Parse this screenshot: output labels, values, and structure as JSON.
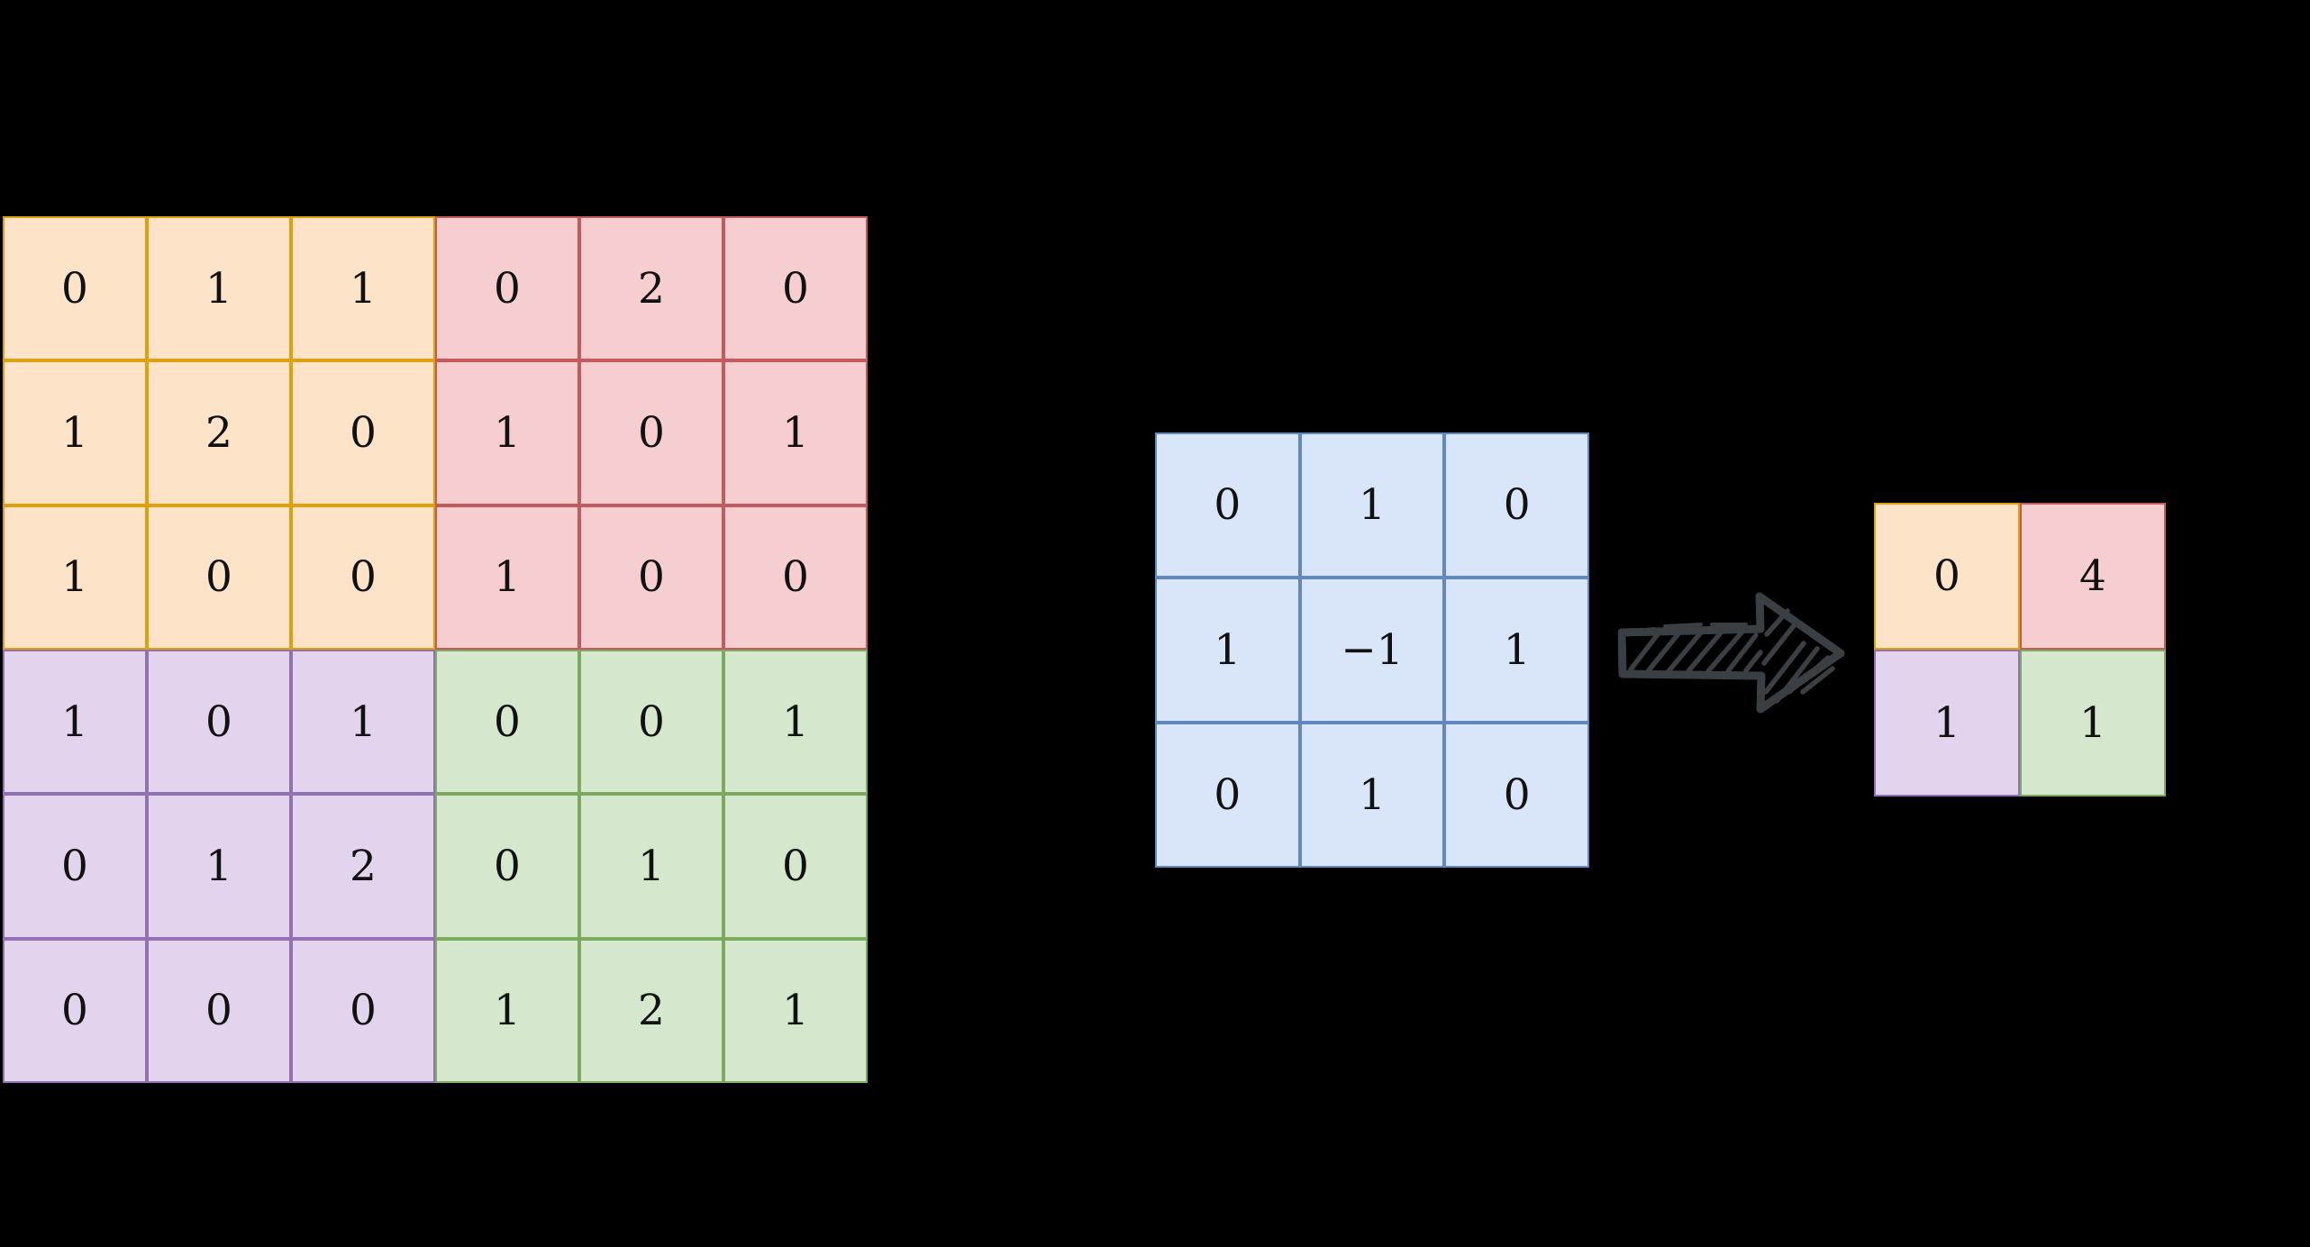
{
  "figure": {
    "type": "convolution-diagram",
    "background_color": "#000000"
  },
  "palette": {
    "orange_fill": "#fde4c8",
    "orange_border": "#dfa00c",
    "red_fill": "#f7ced0",
    "red_border": "#c25b5b",
    "purple_fill": "#e2d4ec",
    "purple_border": "#9171b4",
    "green_fill": "#d5e8ce",
    "green_border": "#7cab5f",
    "blue_fill": "#d9e6f9",
    "blue_border": "#6189c0",
    "arrow_stroke": "#3a3f44",
    "text_color": "#111111"
  },
  "input_matrix": {
    "rows": 6,
    "cols": 6,
    "values": [
      [
        0,
        1,
        1,
        0,
        2,
        0
      ],
      [
        1,
        2,
        0,
        1,
        0,
        1
      ],
      [
        1,
        0,
        0,
        1,
        0,
        0
      ],
      [
        1,
        0,
        1,
        0,
        0,
        1
      ],
      [
        0,
        1,
        2,
        0,
        1,
        0
      ],
      [
        0,
        0,
        0,
        1,
        2,
        1
      ]
    ],
    "quadrants": [
      [
        "orange",
        "orange",
        "orange",
        "red",
        "red",
        "red"
      ],
      [
        "orange",
        "orange",
        "orange",
        "red",
        "red",
        "red"
      ],
      [
        "orange",
        "orange",
        "orange",
        "red",
        "red",
        "red"
      ],
      [
        "purple",
        "purple",
        "purple",
        "green",
        "green",
        "green"
      ],
      [
        "purple",
        "purple",
        "purple",
        "green",
        "green",
        "green"
      ],
      [
        "purple",
        "purple",
        "purple",
        "green",
        "green",
        "green"
      ]
    ]
  },
  "kernel_matrix": {
    "rows": 3,
    "cols": 3,
    "values": [
      [
        0,
        1,
        0
      ],
      [
        1,
        "−1",
        1
      ],
      [
        0,
        1,
        0
      ]
    ]
  },
  "arrow": {
    "icon": "sketchy-right-arrow",
    "direction": "right",
    "style": "hand-drawn-hatched"
  },
  "result_matrix": {
    "rows": 2,
    "cols": 2,
    "values": [
      [
        0,
        4
      ],
      [
        1,
        1
      ]
    ],
    "quadrants": [
      [
        "orange",
        "red"
      ],
      [
        "purple",
        "green"
      ]
    ]
  },
  "chart_data": {
    "type": "table",
    "title": "",
    "panels": [
      {
        "name": "input",
        "label": "",
        "rows": 6,
        "cols": 6,
        "values": [
          [
            0,
            1,
            1,
            0,
            2,
            0
          ],
          [
            1,
            2,
            0,
            1,
            0,
            1
          ],
          [
            1,
            0,
            0,
            1,
            0,
            0
          ],
          [
            1,
            0,
            1,
            0,
            0,
            1
          ],
          [
            0,
            1,
            2,
            0,
            1,
            0
          ],
          [
            0,
            0,
            0,
            1,
            2,
            1
          ]
        ]
      },
      {
        "name": "kernel",
        "label": "",
        "rows": 3,
        "cols": 3,
        "values": [
          [
            0,
            1,
            0
          ],
          [
            1,
            -1,
            1
          ],
          [
            0,
            1,
            0
          ]
        ]
      },
      {
        "name": "result",
        "label": "",
        "rows": 2,
        "cols": 2,
        "values": [
          [
            0,
            4
          ],
          [
            1,
            1
          ]
        ]
      }
    ]
  }
}
